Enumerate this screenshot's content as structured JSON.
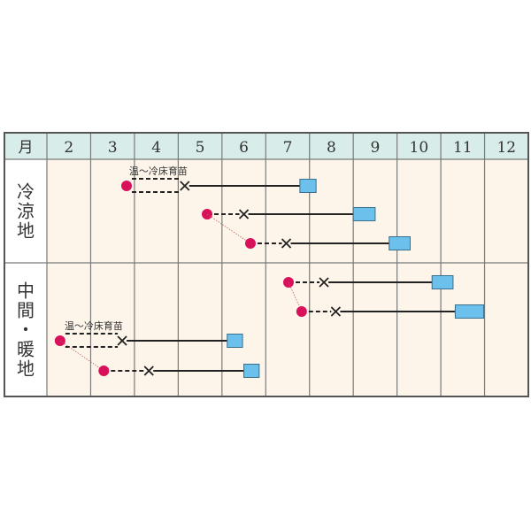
{
  "chart_data": {
    "type": "table",
    "header_label": "月",
    "months": [
      "2",
      "3",
      "4",
      "5",
      "6",
      "7",
      "8",
      "9",
      "10",
      "11",
      "12"
    ],
    "legend_marks": {
      "sowing": "circle",
      "planting": "cross",
      "harvest": "box"
    },
    "colors": {
      "sowing": "#d9105a",
      "harvest": "#6cc0ec",
      "header": "#d8ecea",
      "body": "#fdf5ea",
      "grid": "#7a7a7a"
    },
    "regions": [
      {
        "label": [
          "冷",
          "涼",
          "地"
        ],
        "rows": [
          {
            "sow": 3.82,
            "plant": 5.15,
            "harvest": [
              7.78,
              8.15
            ],
            "nursery_label": "温〜冷床育苗"
          },
          {
            "sow": 5.66,
            "plant": 6.5,
            "harvest": [
              9.0,
              9.5
            ],
            "linked_to_previous": false
          },
          {
            "sow": 6.65,
            "plant": 7.47,
            "harvest": [
              9.82,
              10.3
            ],
            "linked_to_previous": true
          }
        ]
      },
      {
        "label": [
          "中",
          "間",
          "・",
          "暖",
          "地"
        ],
        "rows": [
          {
            "sow": 7.52,
            "plant": 8.33,
            "harvest": [
              10.8,
              11.28
            ]
          },
          {
            "sow": 7.82,
            "plant": 8.6,
            "harvest": [
              11.33,
              11.98
            ],
            "linked_to_previous": true
          },
          {
            "sow": 2.3,
            "plant": 3.72,
            "harvest": [
              6.12,
              6.47
            ],
            "nursery_label": "温〜冷床育苗"
          },
          {
            "sow": 3.3,
            "plant": 4.33,
            "harvest": [
              6.5,
              6.85
            ],
            "linked_to_previous": true
          }
        ]
      }
    ]
  }
}
